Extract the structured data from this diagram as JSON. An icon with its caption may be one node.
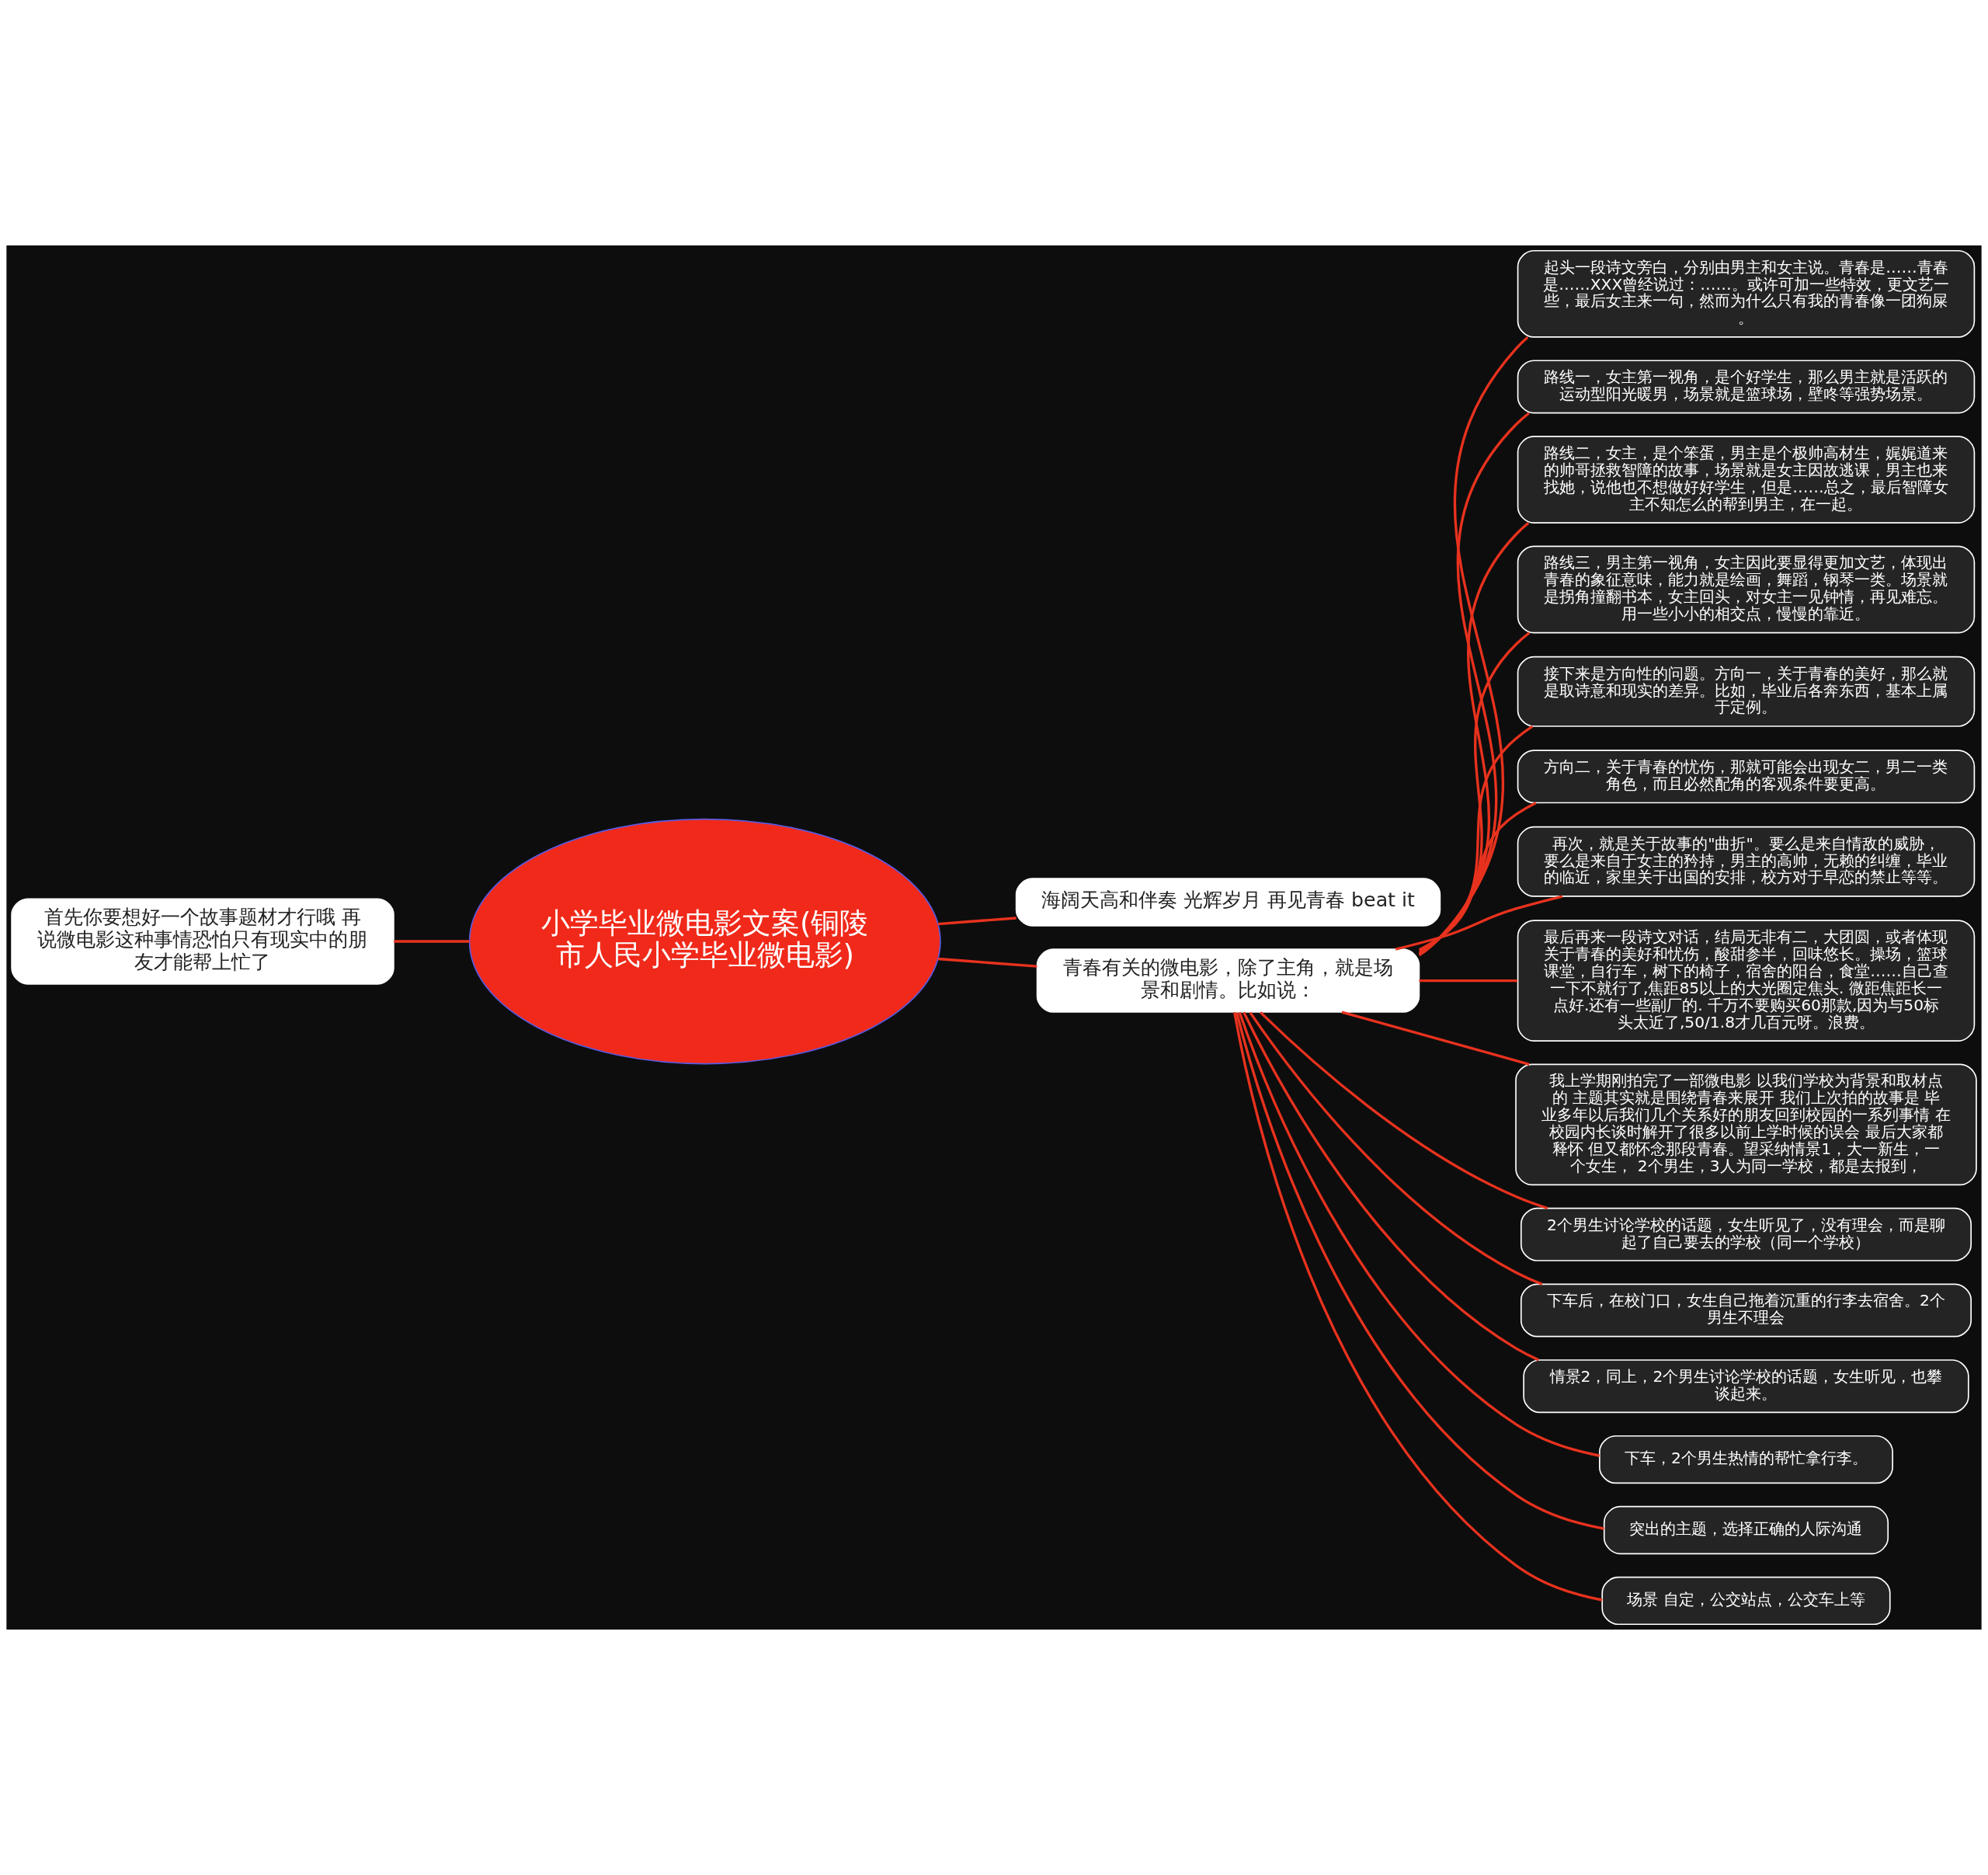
{
  "diagram": {
    "nodes": [
      {
        "text": [
          "小学毕业微电影文案(铜陵市人民小学毕业微电影)"
        ]
      },
      {
        "text": [
          "首先你要想好一个故事题材才行哦 再说微电影这种事情恐怕只有现实中的朋友才能帮上忙了"
        ]
      },
      {
        "text": [
          "海阔天高和伴奏 光辉岁月 再见青春 beat it"
        ]
      },
      {
        "text": [
          "青春有关的微电影，除了主角，就是场景和剧情。比如说："
        ]
      },
      {
        "text": [
          "起头一段诗文旁白，分别由男主和女主说。青春是……青春是……XXX曾经说过：……。或许可加一些特效，更文艺一些，最后女主来一句，然而为什么只有我的青春像一团狗屎。"
        ]
      },
      {
        "text": [
          "路线一，女主第一视角，是个好学生，那么男主就是活跃的运动型阳光暖男，场景就是篮球场，壁咚等强势场景。"
        ]
      },
      {
        "text": [
          "路线二，女主，是个笨蛋，男主是个极帅高材生，娓娓道来的帅哥拯救智障的故事，场景就是女主因故逃课，男主也来找她，说他也不想做好好学生，但是……总之，最后智障女主不知怎么的帮到男主，在一起。"
        ]
      },
      {
        "text": [
          "路线三，男主第一视角，女主因此要显得更加文艺，体现出青春的象征意味，能力就是绘画，舞蹈，钢琴一类。场景就是拐角撞翻书本，女主回头，对女主一见钟情，再见难忘。用一些小小的相交点，慢慢的靠近。"
        ]
      },
      {
        "text": [
          "接下来是方向性的问题。方向一，关于青春的美好，那么就是取诗意和现实的差异。比如，毕业后各奔东西，基本上属于定例。"
        ]
      },
      {
        "text": [
          "方向二，关于青春的忧伤，那就可能会出现女二，男二一类角色，而且必然配角的客观条件要更高。"
        ]
      },
      {
        "text": [
          "再次，就是关于故事的\"曲折\"。要么是来自情敌的威胁，要么是来自于女主的矜持，男主的高帅，无赖的纠缠，毕业的临近，家里关于出国的安排，校方对于早恋的禁止等等。"
        ]
      },
      {
        "text": [
          "最后再来一段诗文对话，结局无非有二，大团圆，或者体现关于青春的美好和忧伤，酸甜参半，回味悠长。操场，篮球课堂，自行车，树下的椅子，宿舍的阳台，食堂……自己查一下不就行了,焦距85以上的大光圈定焦头. 微距焦距长一点好.还有一些副厂的. 千万不要购买60那款,因为与50标头太近了,50/1.8才几百元呀。浪费。"
        ]
      },
      {
        "text": [
          "我上学期刚拍完了一部微电影 以我们学校为背景和取材点的 主题其实就是围绕青春来展开 我们上次拍的故事是 毕业多年以后我们几个关系好的朋友回到校园的一系列事情 在校园内长谈时解开了很多以前上学时候的误会 最后大家都释怀 但又都怀念那段青春。望采纳情景1，大一新生，一个女生， 2个男生，3人为同一学校，都是去报到，"
        ]
      },
      {
        "text": [
          "2个男生讨论学校的话题，女生听见了，没有理会，而是聊起了自己要去的学校（同一个学校）"
        ]
      },
      {
        "text": [
          "下车后，在校门口，女生自己拖着沉重的行李去宿舍。2个男生不理会"
        ]
      },
      {
        "text": [
          "情景2，同上，2个男生讨论学校的话题，女生听见，也攀谈起来。"
        ]
      },
      {
        "text": [
          "下车，2个男生热情的帮忙拿行李。"
        ]
      },
      {
        "text": [
          "突出的主题，选择正确的人际沟通"
        ]
      },
      {
        "text": [
          "场景 自定，公交站点，公交车上等"
        ]
      }
    ],
    "edges": [
      {
        "from": 0,
        "to": 1,
        "arrow": "none"
      },
      {
        "from": 0,
        "to": 2,
        "arrow": "none"
      },
      {
        "from": 0,
        "to": 3,
        "arrow": "none"
      },
      {
        "from": 3,
        "to": 4,
        "arrow": "none"
      },
      {
        "from": 3,
        "to": 5,
        "arrow": "none"
      },
      {
        "from": 3,
        "to": 6,
        "arrow": "none"
      },
      {
        "from": 3,
        "to": 7,
        "arrow": "none"
      },
      {
        "from": 3,
        "to": 8,
        "arrow": "none"
      },
      {
        "from": 3,
        "to": 9,
        "arrow": "none"
      },
      {
        "from": 3,
        "to": 10,
        "arrow": "none"
      },
      {
        "from": 3,
        "to": 11,
        "arrow": "none"
      },
      {
        "from": 3,
        "to": 12,
        "arrow": "none"
      },
      {
        "from": 3,
        "to": 13,
        "arrow": "none"
      },
      {
        "from": 3,
        "to": 14,
        "arrow": "none"
      },
      {
        "from": 3,
        "to": 15,
        "arrow": "none"
      },
      {
        "from": 3,
        "to": 16,
        "arrow": "none"
      },
      {
        "from": 3,
        "to": 17,
        "arrow": "none"
      },
      {
        "from": 3,
        "to": 18,
        "arrow": "none"
      }
    ]
  }
}
